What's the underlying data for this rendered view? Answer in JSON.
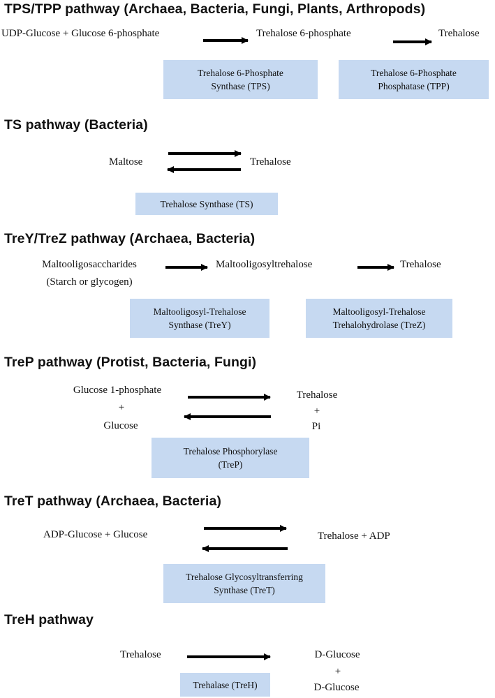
{
  "sections": [
    {
      "title": "TPS/TPP pathway (Archaea, Bacteria,  Fungi, Plants, Arthropods)",
      "texts": [
        "UDP-Glucose + Glucose 6-phosphate",
        "Trehalose 6-phosphate",
        "Trehalose"
      ],
      "enzymes": [
        [
          "Trehalose 6-Phosphate",
          "Synthase (TPS)"
        ],
        [
          "Trehalose 6-Phosphate",
          "Phosphatase (TPP)"
        ]
      ]
    },
    {
      "title": "TS pathway (Bacteria)",
      "texts": [
        "Maltose",
        "Trehalose"
      ],
      "enzymes": [
        [
          "Trehalose Synthase (TS)"
        ]
      ]
    },
    {
      "title": "TreY/TreZ pathway (Archaea, Bacteria)",
      "texts": [
        "Maltooligosaccharides",
        "(Starch or glycogen)",
        "Maltooligosyltrehalose",
        "Trehalose"
      ],
      "enzymes": [
        [
          "Maltooligosyl-Trehalose",
          "Synthase (TreY)"
        ],
        [
          "Maltooligosyl-Trehalose",
          "Trehalohydrolase (TreZ)"
        ]
      ]
    },
    {
      "title": "TreP pathway (Protist, Bacteria,  Fungi)",
      "texts": [
        "Glucose 1-phosphate",
        "+",
        "Glucose",
        "Trehalose",
        "+",
        "Pi"
      ],
      "enzymes": [
        [
          "Trehalose Phosphorylase",
          "(TreP)"
        ]
      ]
    },
    {
      "title": "TreT pathway (Archaea, Bacteria)",
      "texts": [
        "ADP-Glucose + Glucose",
        "Trehalose + ADP"
      ],
      "enzymes": [
        [
          "Trehalose Glycosyltransferring",
          "Synthase (TreT)"
        ]
      ]
    },
    {
      "title": "TreH pathway",
      "texts": [
        "Trehalose",
        "D-Glucose",
        "+",
        "D-Glucose"
      ],
      "enzymes": [
        [
          "Trehalase (TreH)"
        ]
      ]
    }
  ]
}
